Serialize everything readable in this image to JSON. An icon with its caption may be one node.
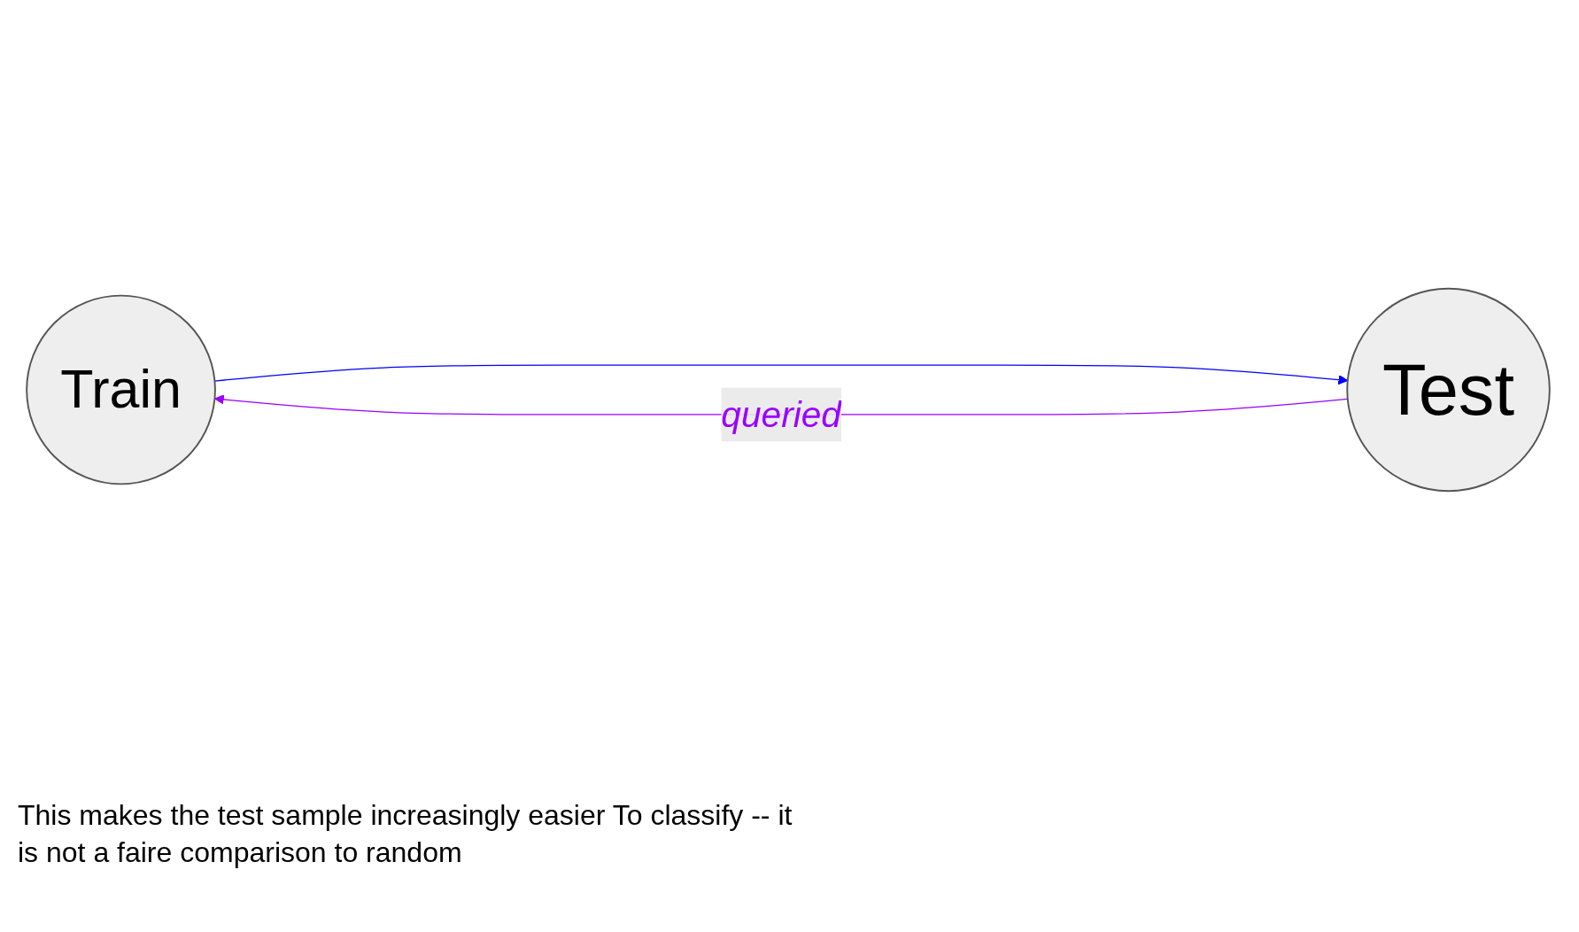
{
  "diagram": {
    "nodes": [
      {
        "text": [
          "Train"
        ]
      },
      {
        "text": [
          "Test"
        ]
      }
    ],
    "edges": [
      {
        "from": 0,
        "to": 1,
        "arrow": "to",
        "color": "#0000ff"
      },
      {
        "from": 1,
        "to": 0,
        "arrow": "to",
        "color": "#9900ff",
        "label": "queried"
      }
    ],
    "labels": [
      "This makes the test sample increasingly easier To classify -- it is not a faire comparison to random"
    ]
  }
}
